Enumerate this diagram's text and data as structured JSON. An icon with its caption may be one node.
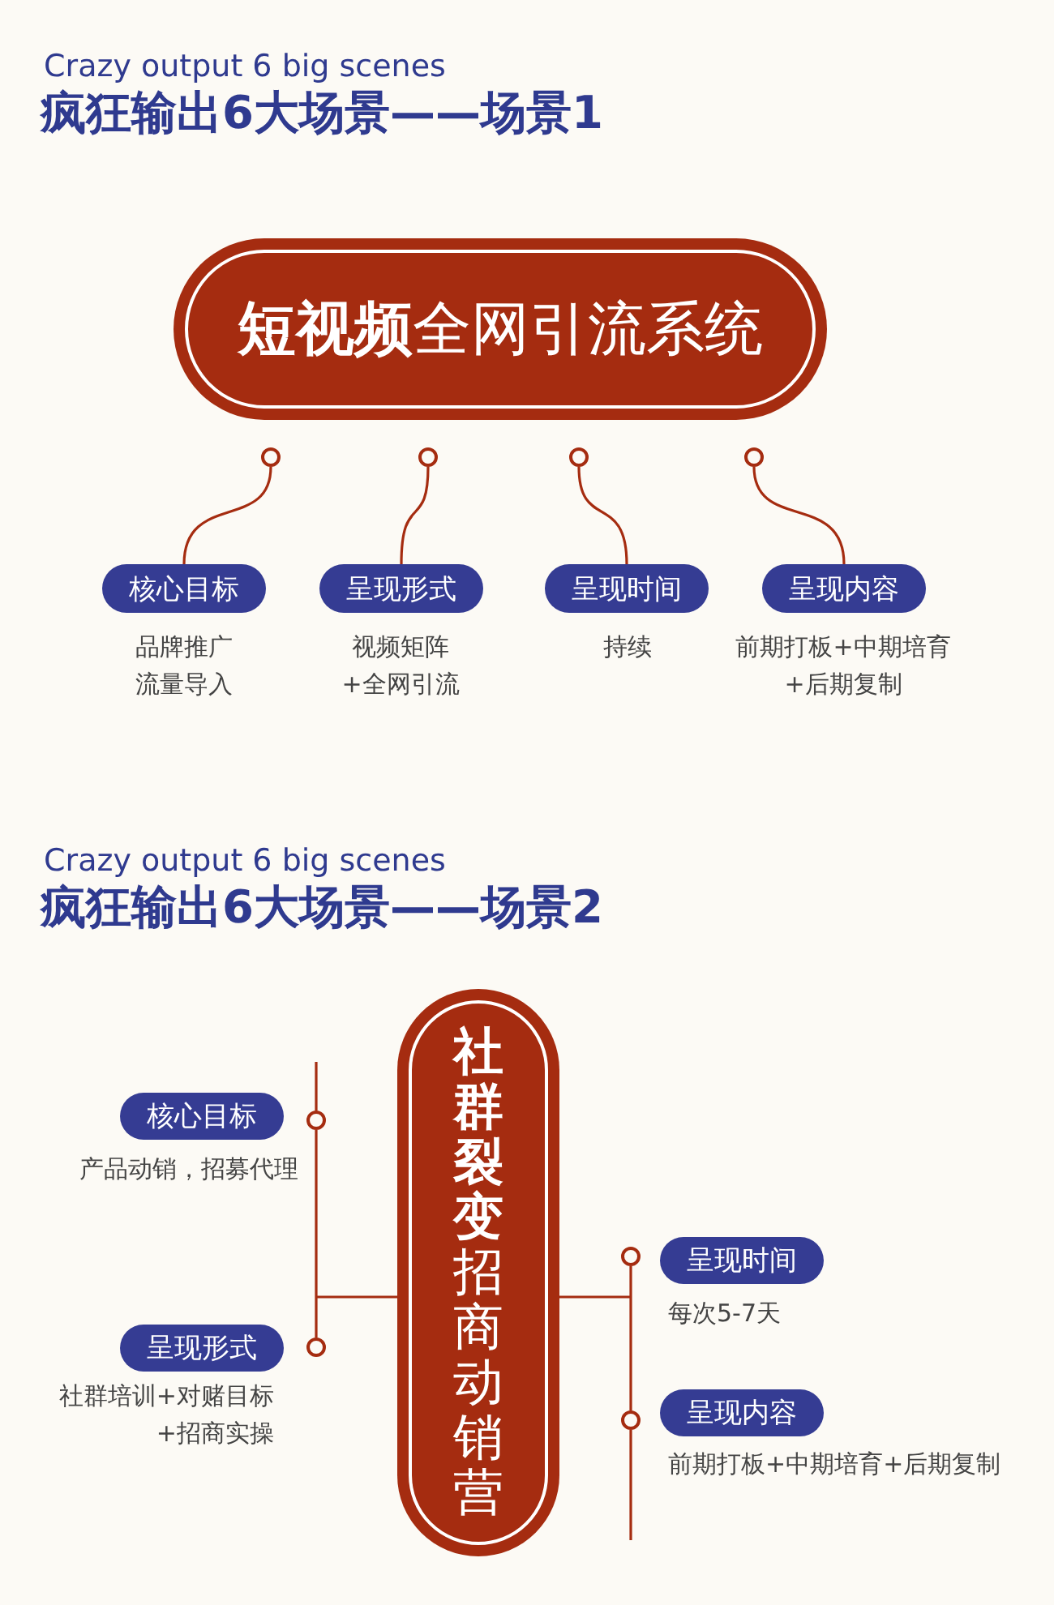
{
  "diagram": {
    "nodes": [
      {
        "text": [
          "**短视频**全网引流系统"
        ]
      },
      {
        "text": [],
        "shape": "circle"
      },
      {
        "text": [],
        "shape": "circle"
      },
      {
        "text": [],
        "shape": "circle"
      },
      {
        "text": [],
        "shape": "circle"
      },
      {
        "text": [
          "核心目标"
        ],
        "beside": [
          "品牌推广流量导入"
        ]
      },
      {
        "text": [
          "呈现形式"
        ],
        "beside": [
          "视频矩阵+全网引流"
        ]
      },
      {
        "text": [
          "呈现时间"
        ],
        "beside": [
          "持续"
        ]
      },
      {
        "text": [
          "呈现内容"
        ],
        "beside": [
          "前期打板+中期培育+后期复制"
        ]
      },
      {
        "text": [
          "**社群裂变**招商动销营"
        ]
      },
      {
        "text": [],
        "shape": "circle"
      },
      {
        "text": [],
        "shape": "circle"
      },
      {
        "text": [],
        "shape": "circle"
      },
      {
        "text": [],
        "shape": "circle"
      },
      {
        "text": [
          "核心目标"
        ],
        "beside": [
          "产品动销，招募代理"
        ]
      },
      {
        "text": [
          "呈现形式"
        ],
        "beside": [
          "社群培训+对赌目标+招商实操"
        ]
      },
      {
        "text": [
          "呈现时间"
        ],
        "beside": [
          "每次5-7天"
        ]
      },
      {
        "text": [
          "呈现内容"
        ],
        "beside": [
          "前期打板+中期培育+后期复制"
        ]
      }
    ],
    "edges": [
      {
        "from": 1,
        "to": 5,
        "arrow": "none"
      },
      {
        "from": 2,
        "to": 6,
        "arrow": "none"
      },
      {
        "from": 3,
        "to": 7,
        "arrow": "none"
      },
      {
        "from": 4,
        "to": 8,
        "arrow": "none"
      },
      {
        "from": 9,
        "to": 10,
        "arrow": "none"
      },
      {
        "from": 9,
        "to": 11,
        "arrow": "none"
      },
      {
        "from": 9,
        "to": 12,
        "arrow": "none"
      },
      {
        "from": 9,
        "to": 13,
        "arrow": "none"
      }
    ],
    "labels": [
      "Crazy output 6 big scenes",
      "疯狂输出6大场景——场景1",
      "Crazy output 6 big scenes",
      "疯狂输出6大场景——场景2"
    ]
  }
}
